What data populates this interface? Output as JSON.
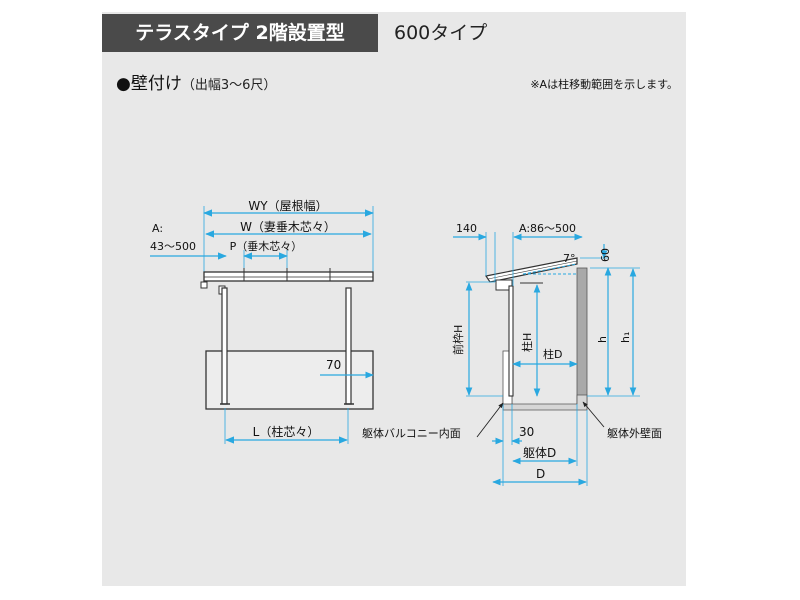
{
  "header": {
    "title": "テラスタイプ 2階設置型",
    "type_label": "600タイプ"
  },
  "section": {
    "title": "●壁付け",
    "subtitle": "（出幅3～6尺）"
  },
  "note": "※Aは柱移動範囲を示します。",
  "front_view": {
    "wy_label": "WY（屋根幅）",
    "w_label": "W（妻垂木芯々）",
    "a_label": "A:",
    "a_range": "43～500",
    "p_label": "P（垂木芯々）",
    "seventy": "70",
    "l_label": "L（柱芯々）"
  },
  "side_view": {
    "d140": "140",
    "a_range": "A:86～500",
    "angle": "7°",
    "d60": "60",
    "front_frame_h": "前枠H",
    "post_h": "柱H",
    "post_d": "柱D",
    "h": "h",
    "h1": "h₁",
    "d30": "30",
    "body_d": "躯体D",
    "d": "D",
    "balcony_inner": "躯体バルコニー内面",
    "outer_wall": "躯体外壁面"
  },
  "colors": {
    "dimension": "#29a8e0",
    "line": "#333333",
    "wall": "#a9a9a9",
    "panel": "#e8e8e8",
    "header_bg": "#4a4a4a"
  }
}
